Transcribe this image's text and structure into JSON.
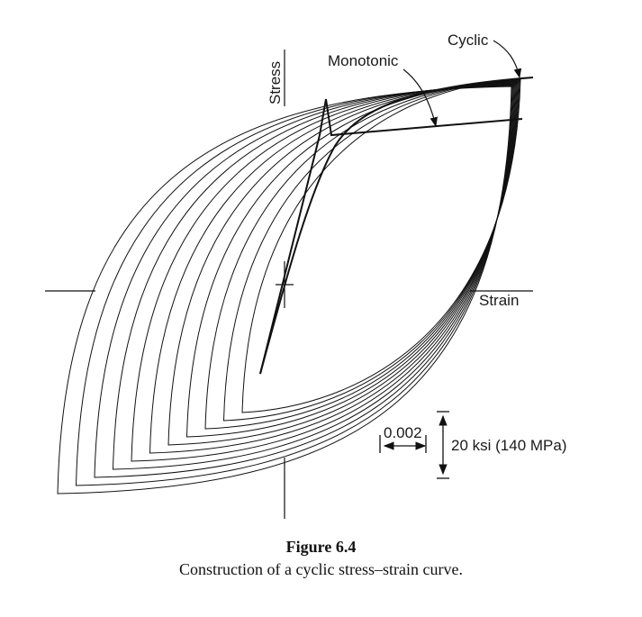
{
  "labels": {
    "stress": "Stress",
    "strain": "Strain",
    "monotonic": "Monotonic",
    "cyclic": "Cyclic",
    "strain_scale": "0.002",
    "stress_scale": "20 ksi (140 MPa)"
  },
  "caption": {
    "title": "Figure 6.4",
    "text": "Construction of a cyclic stress–strain curve."
  }
}
